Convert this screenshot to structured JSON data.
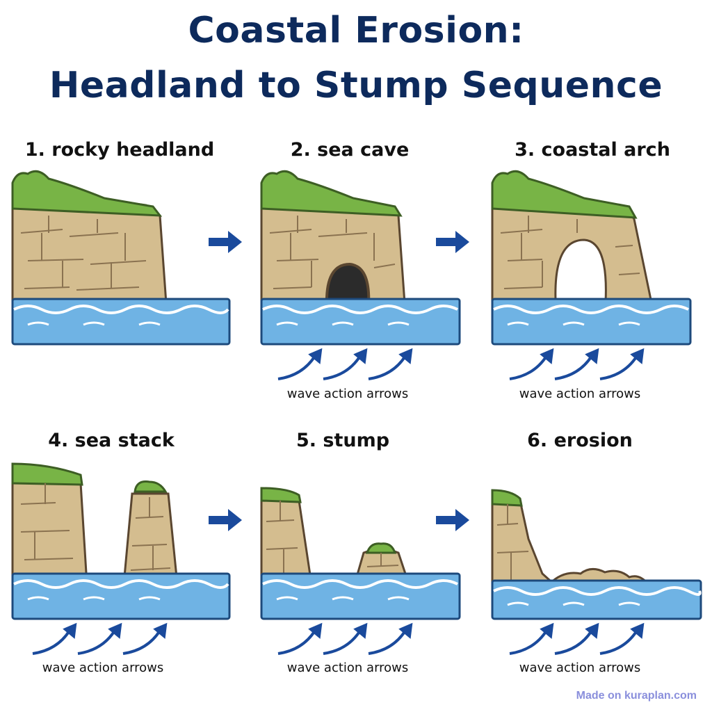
{
  "title": {
    "line1": "Coastal Erosion:",
    "line2": "Headland to Stump Sequence"
  },
  "panels": [
    {
      "label": "1. rocky headland"
    },
    {
      "label": "2. sea cave"
    },
    {
      "label": "3. coastal arch"
    },
    {
      "label": "4. sea stack"
    },
    {
      "label": "5. stump"
    },
    {
      "label": "6. erosion"
    }
  ],
  "wave_label": "wave action arrows",
  "watermark": "Made on kuraplan.com",
  "colors": {
    "title": "#0d2a5c",
    "rock": "#d4bd8f",
    "grass": "#78b446",
    "water": "#6fb3e4",
    "arrow": "#1a4a9c"
  }
}
